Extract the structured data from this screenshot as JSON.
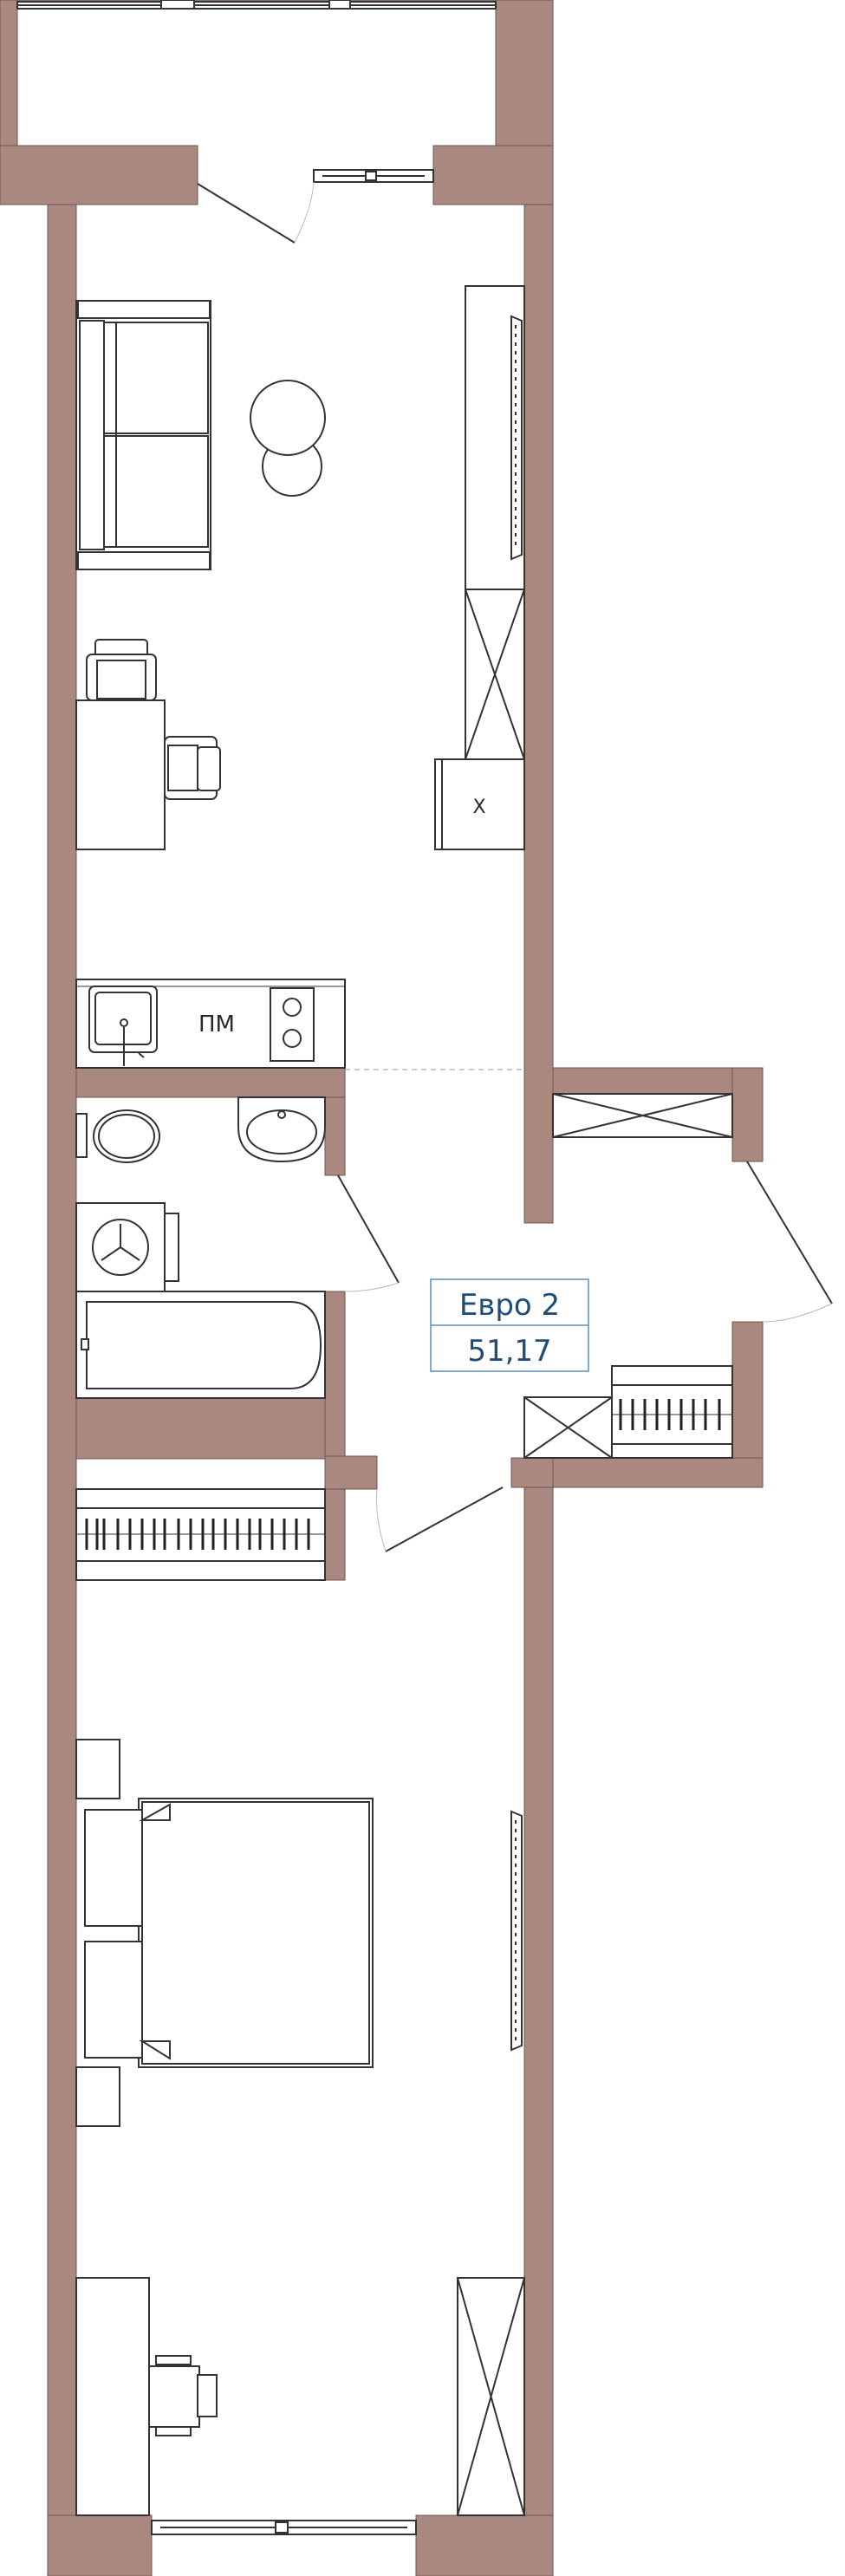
{
  "plan": {
    "unit_name": "Евро 2",
    "area": "51,17",
    "kitchen_label": "ПМ",
    "stove_label": "Х"
  },
  "colors": {
    "wall": "#a98880",
    "line": "#333333",
    "label_frame": "#5b8fb8",
    "label_text": "#1f4d7a",
    "background": "#ffffff"
  }
}
